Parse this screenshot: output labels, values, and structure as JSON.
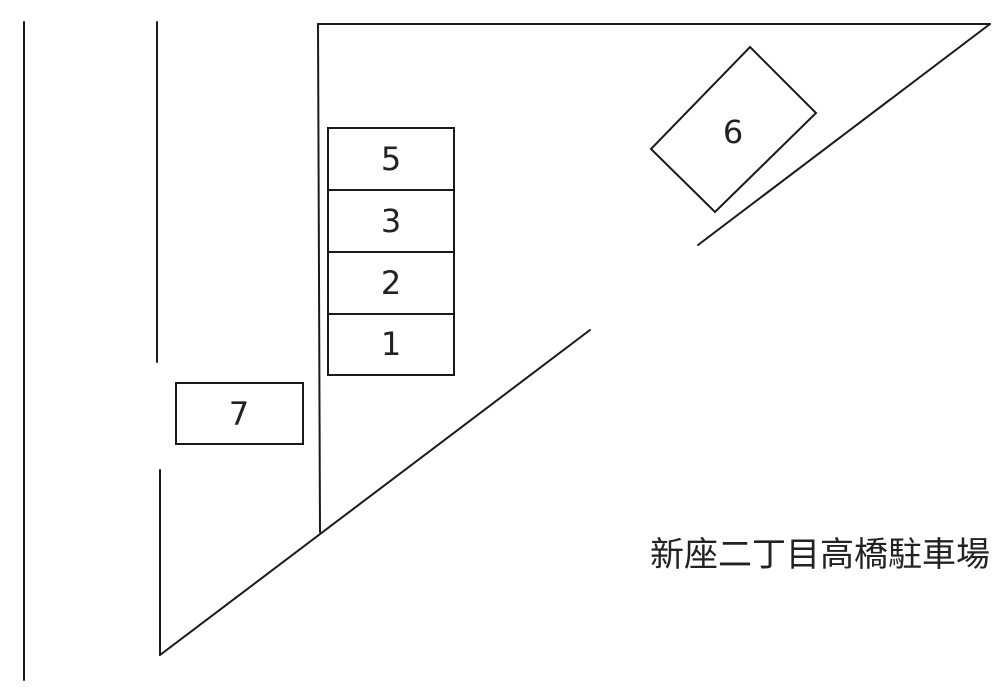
{
  "lot_name": "新座二丁目高橋駐車場",
  "spaces": [
    {
      "id": "5",
      "label": "5"
    },
    {
      "id": "3",
      "label": "3"
    },
    {
      "id": "2",
      "label": "2"
    },
    {
      "id": "1",
      "label": "1"
    },
    {
      "id": "7",
      "label": "7"
    },
    {
      "id": "6",
      "label": "6"
    }
  ]
}
